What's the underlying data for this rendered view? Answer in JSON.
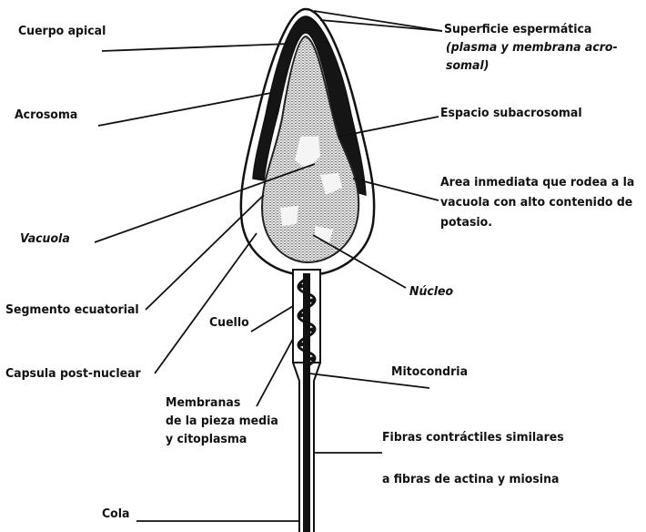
{
  "labels": {
    "cuerpo_apical": "Cuerpo apical",
    "acrosoma": "Acrosoma",
    "vacuola": "Vacuola",
    "segmento_ecuatorial": "Segmento ecuatorial",
    "capsula_post_nuclear": "Capsula post-nuclear",
    "superficie_line1": "Superficie espermática",
    "superficie_line2": "(plasma y membrana acro-",
    "superficie_line3": "somal)",
    "espacio_subacrosomal": "Espacio subacrosomal",
    "area_line1": "Area inmediata que rodea a la",
    "area_line2": "vacuola con alto contenido de",
    "area_line3": "potasio.",
    "nucleo": "Núcleo",
    "cuello": "Cuello",
    "mitocondria": "Mitocondria",
    "membranas_line1": "Membranas",
    "membranas_line2": "de la pieza media",
    "membranas_line3": "y citoplasma",
    "fibras_line1": "Fibras contráctiles similares",
    "fibras_line2": "a fibras de actina y miosina",
    "cola": "Cola"
  }
}
